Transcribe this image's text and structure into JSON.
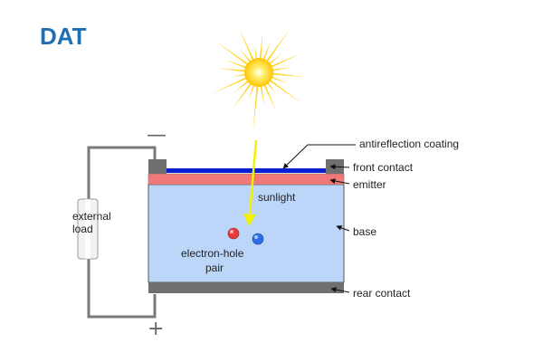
{
  "logo": {
    "text": "DAT",
    "color": "#1f6fb2"
  },
  "diagram": {
    "labels": {
      "antireflection_coating": "antireflection coating",
      "front_contact": "front contact",
      "emitter": "emitter",
      "base": "base",
      "rear_contact": "rear contact",
      "sunlight": "sunlight",
      "electron_hole_line1": "electron-hole",
      "electron_hole_line2": "pair",
      "external_line1": "external",
      "external_line2": "load",
      "minus_sign": "—",
      "plus_sign": "+"
    },
    "colors": {
      "coating": "#0a1fd1",
      "emitter": "#f07878",
      "base": "#bcd6fa",
      "contact": "#6f6f6f",
      "wire": "#7a7a7a",
      "sun": "#ffd21a",
      "sun_core": "#ffffff",
      "ray": "#f3f000",
      "electron": "#e63b3b",
      "hole": "#2f6fe6"
    }
  }
}
